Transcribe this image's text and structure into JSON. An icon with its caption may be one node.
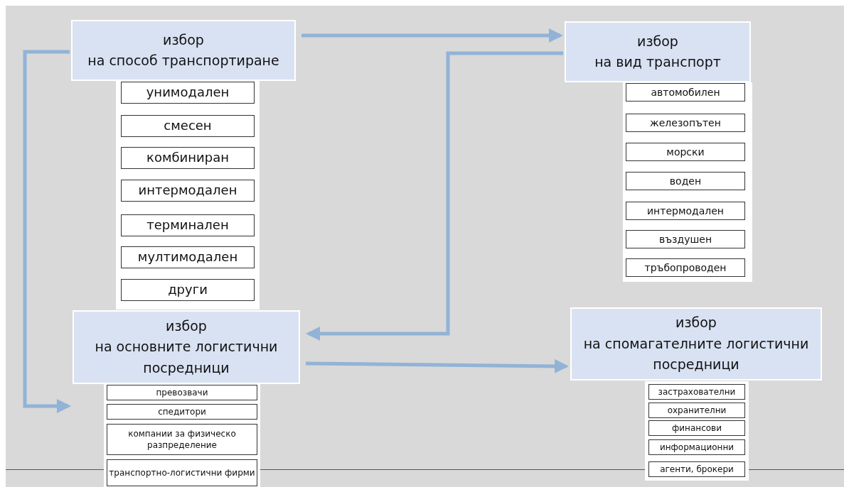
{
  "diagram": {
    "nodes": [
      {
        "text": [
          "избор",
          "на способ транспортиране"
        ]
      },
      {
        "text": [
          "унимодален"
        ]
      },
      {
        "text": [
          "смесен"
        ]
      },
      {
        "text": [
          "комбиниран"
        ]
      },
      {
        "text": [
          "интермодален"
        ]
      },
      {
        "text": [
          "терминален"
        ]
      },
      {
        "text": [
          "мултимодален"
        ]
      },
      {
        "text": [
          "други"
        ]
      },
      {
        "text": [
          "избор",
          "на вид транспорт"
        ]
      },
      {
        "text": [
          "автомобилен"
        ]
      },
      {
        "text": [
          "железопътен"
        ]
      },
      {
        "text": [
          "морски"
        ]
      },
      {
        "text": [
          "воден"
        ]
      },
      {
        "text": [
          "интермодален"
        ]
      },
      {
        "text": [
          "въздушен"
        ]
      },
      {
        "text": [
          "тръбопроводен"
        ]
      },
      {
        "text": [
          "избор",
          "на основните логистични посредници"
        ]
      },
      {
        "text": [
          "превозвачи"
        ]
      },
      {
        "text": [
          "спедитори"
        ]
      },
      {
        "text": [
          "компании за физическо разпределение"
        ]
      },
      {
        "text": [
          "транспортно-логистични фирми"
        ]
      },
      {
        "text": [
          "избор",
          "на спомагателните логистични посредници"
        ]
      },
      {
        "text": [
          "застрахователни"
        ]
      },
      {
        "text": [
          "охранителни"
        ]
      },
      {
        "text": [
          "финансови"
        ]
      },
      {
        "text": [
          "информационни"
        ]
      },
      {
        "text": [
          "агенти, брокери"
        ]
      }
    ],
    "edges": [
      {
        "from": 0,
        "to": 8,
        "arrow": "to"
      },
      {
        "from": 0,
        "to": 16,
        "arrow": "to"
      },
      {
        "from": 8,
        "to": 16,
        "arrow": "to"
      },
      {
        "from": 16,
        "to": 21,
        "arrow": "to"
      }
    ]
  }
}
